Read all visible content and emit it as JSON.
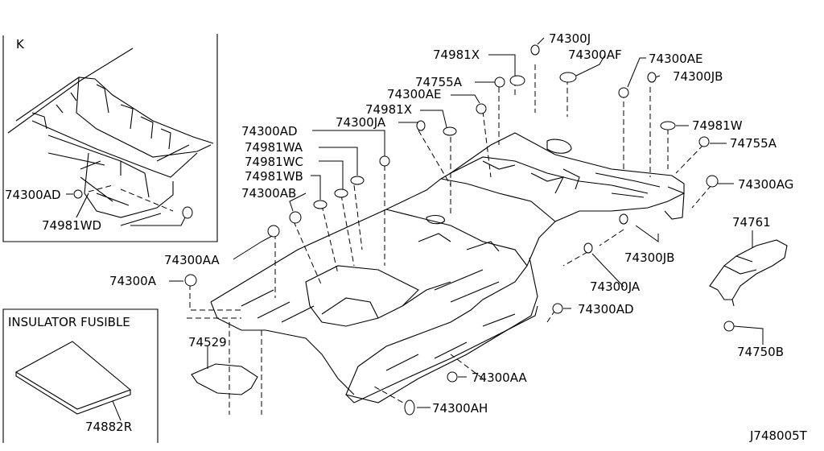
{
  "inset_k": {
    "label": "K",
    "parts": [
      "74300AD",
      "74981WD"
    ]
  },
  "inset_insulator": {
    "title": "INSULATOR FUSIBLE",
    "part": "74882R"
  },
  "callouts": {
    "p74300J": "74300J",
    "p74981X_top": "74981X",
    "p74300AF": "74300AF",
    "p74300AE_right": "74300AE",
    "p74755A_top": "74755A",
    "p74300JB_top": "74300JB",
    "p74300AE_mid": "74300AE",
    "p74981X_mid": "74981X",
    "p74300AD_top": "74300AD",
    "p74300JA_top": "74300JA",
    "p74981W": "74981W",
    "p74755A_right": "74755A",
    "p74981WA": "74981WA",
    "p74981WC": "74981WC",
    "p74981WB": "74981WB",
    "p74300AG": "74300AG",
    "p74300AB": "74300AB",
    "p74761": "74761",
    "p74300JB_bot": "74300JB",
    "p74300AA_left": "74300AA",
    "p74300A": "74300A",
    "p74300JA_bot": "74300JA",
    "p74300AD_bot": "74300AD",
    "p74529": "74529",
    "p74750B": "74750B",
    "p74300AA_bot": "74300AA",
    "p74300AH": "74300AH"
  },
  "diagram_code": "J748005T"
}
